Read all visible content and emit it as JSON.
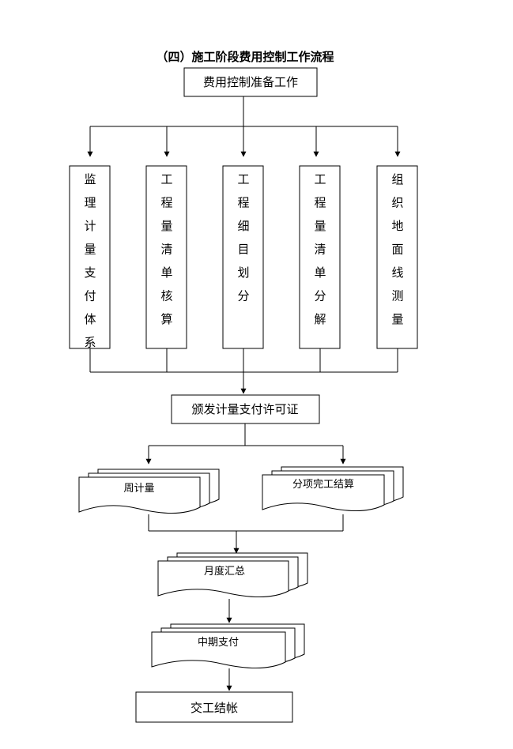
{
  "title": "（四）施工阶段费用控制工作流程",
  "nodes": {
    "prep": "费用控制准备工作",
    "columns": [
      "监理计量支付体系",
      "工程量清单核算",
      "工程细目划分",
      "工程量清单分解",
      "组织地面线测量"
    ],
    "permit": "颁发计量支付许可证",
    "weekly": "周计量",
    "sub_complete": "分项完工结算",
    "monthly": "月度汇总",
    "interim": "中期支付",
    "handover": "交工结帐"
  },
  "colors": {
    "stroke": "#000000",
    "fill": "#ffffff",
    "text": "#000000"
  }
}
